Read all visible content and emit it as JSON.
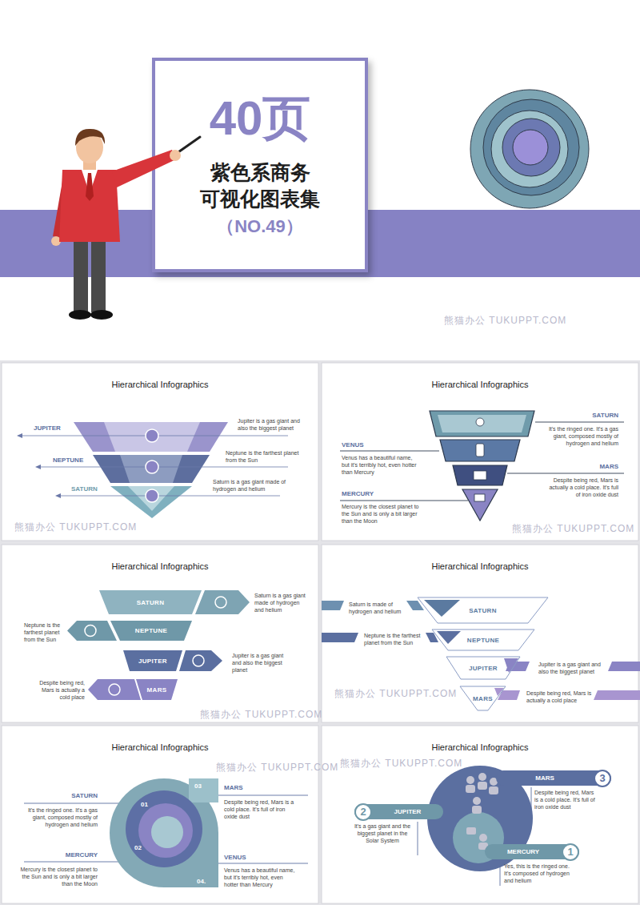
{
  "diagram": {
    "nodes": [
      {
        "text": [
          "40页",
          "紫色系商务 可视化图表集",
          "（NO.49）"
        ]
      },
      {
        "text": [
          "Hierarchical Infographics"
        ]
      },
      {
        "text": [
          "Hierarchical Infographics"
        ]
      },
      {
        "text": [
          "Hierarchical Infographics"
        ]
      },
      {
        "text": [
          "SATURN"
        ],
        "in": 3
      },
      {
        "text": [
          "NEPTUNE"
        ],
        "in": 3
      },
      {
        "text": [
          "JUPITER"
        ],
        "in": 3
      },
      {
        "text": [
          "MARS"
        ],
        "in": 3
      },
      {
        "text": [
          "Hierarchical Infographics"
        ]
      },
      {
        "text": [
          "SATURN"
        ],
        "in": 8
      },
      {
        "text": [
          "NEPTUNE"
        ],
        "in": 8
      },
      {
        "text": [
          "JUPITER"
        ],
        "in": 8
      },
      {
        "text": [
          "MARS"
        ],
        "in": 8
      },
      {
        "text": [
          "Hierarchical Infographics"
        ]
      },
      {
        "text": [
          "Hierarchical Infographics"
        ]
      },
      {
        "text": [
          "MARS",
          "3"
        ],
        "in": 14
      },
      {
        "text": [
          "2",
          "JUPITER"
        ],
        "in": 14
      },
      {
        "text": [
          "MERCURY",
          "1"
        ],
        "in": 14
      }
    ],
    "labels": [
      "熊猫办公 TUKUPPT.COM",
      "JUPITER",
      "Jupiter is a gas giant and also the biggest planet",
      "NEPTUNE",
      "Neptune is the farthest planet from the Sun",
      "SATURN",
      "Saturn is a gas giant made of hydrogen and helium",
      "熊猫办公 TUKUPPT.COM",
      "SATURN",
      "It's the ringed one. It's a gas giant, composed mostly of hydrogen and helium",
      "VENUS",
      "Venus has a beautiful name, but it's terribly hot, even hotter than Mercury",
      "MARS",
      "Despite being red, Mars is actually a cold place. It's full of iron oxide dust",
      "MERCURY",
      "Mercury is the closest planet to the Sun and is only a bit larger than the Moon",
      "熊猫办公 TUKUPPT.COM",
      "Saturn is a gas giant made of hydrogen and helium",
      "Neptune is the farthest planet from the Sun",
      "Jupiter is a gas giant and also the biggest planet",
      "Despite being red, Mars is actually a cold place",
      "熊猫办公 TUKUPPT.COM",
      "Saturn is made of hydrogen and helium",
      "Neptune is the farthest planet from the Sun",
      "Jupiter is a gas giant and also the biggest planet",
      "Despite being red, Mars is actually a cold place",
      "熊猫办公 TUKUPPT.COM",
      "SATURN",
      "It's the ringed one. It's a gas giant, composed mostly of hydrogen and helium",
      "MARS",
      "Despite being red, Mars is a cold place. It's full of iron oxide dust",
      "MERCURY",
      "Mercury is the closest planet to the Sun and is only a bit larger than the Moon",
      "VENUS",
      "Venus has a beautiful name, but it's terribly hot, even hotter than Mercury",
      "01",
      "02",
      "03",
      "04.",
      "熊猫办公 TUKUPPT.COM",
      "Despite being red, Mars is a cold place. It's full of iron oxide dust",
      "It's a gas giant and the biggest planet in the Solar System",
      "Yes, this is the ringed one. It's composed of hydrogen and helium",
      "熊猫办公 TUKUPPT.COM"
    ]
  }
}
